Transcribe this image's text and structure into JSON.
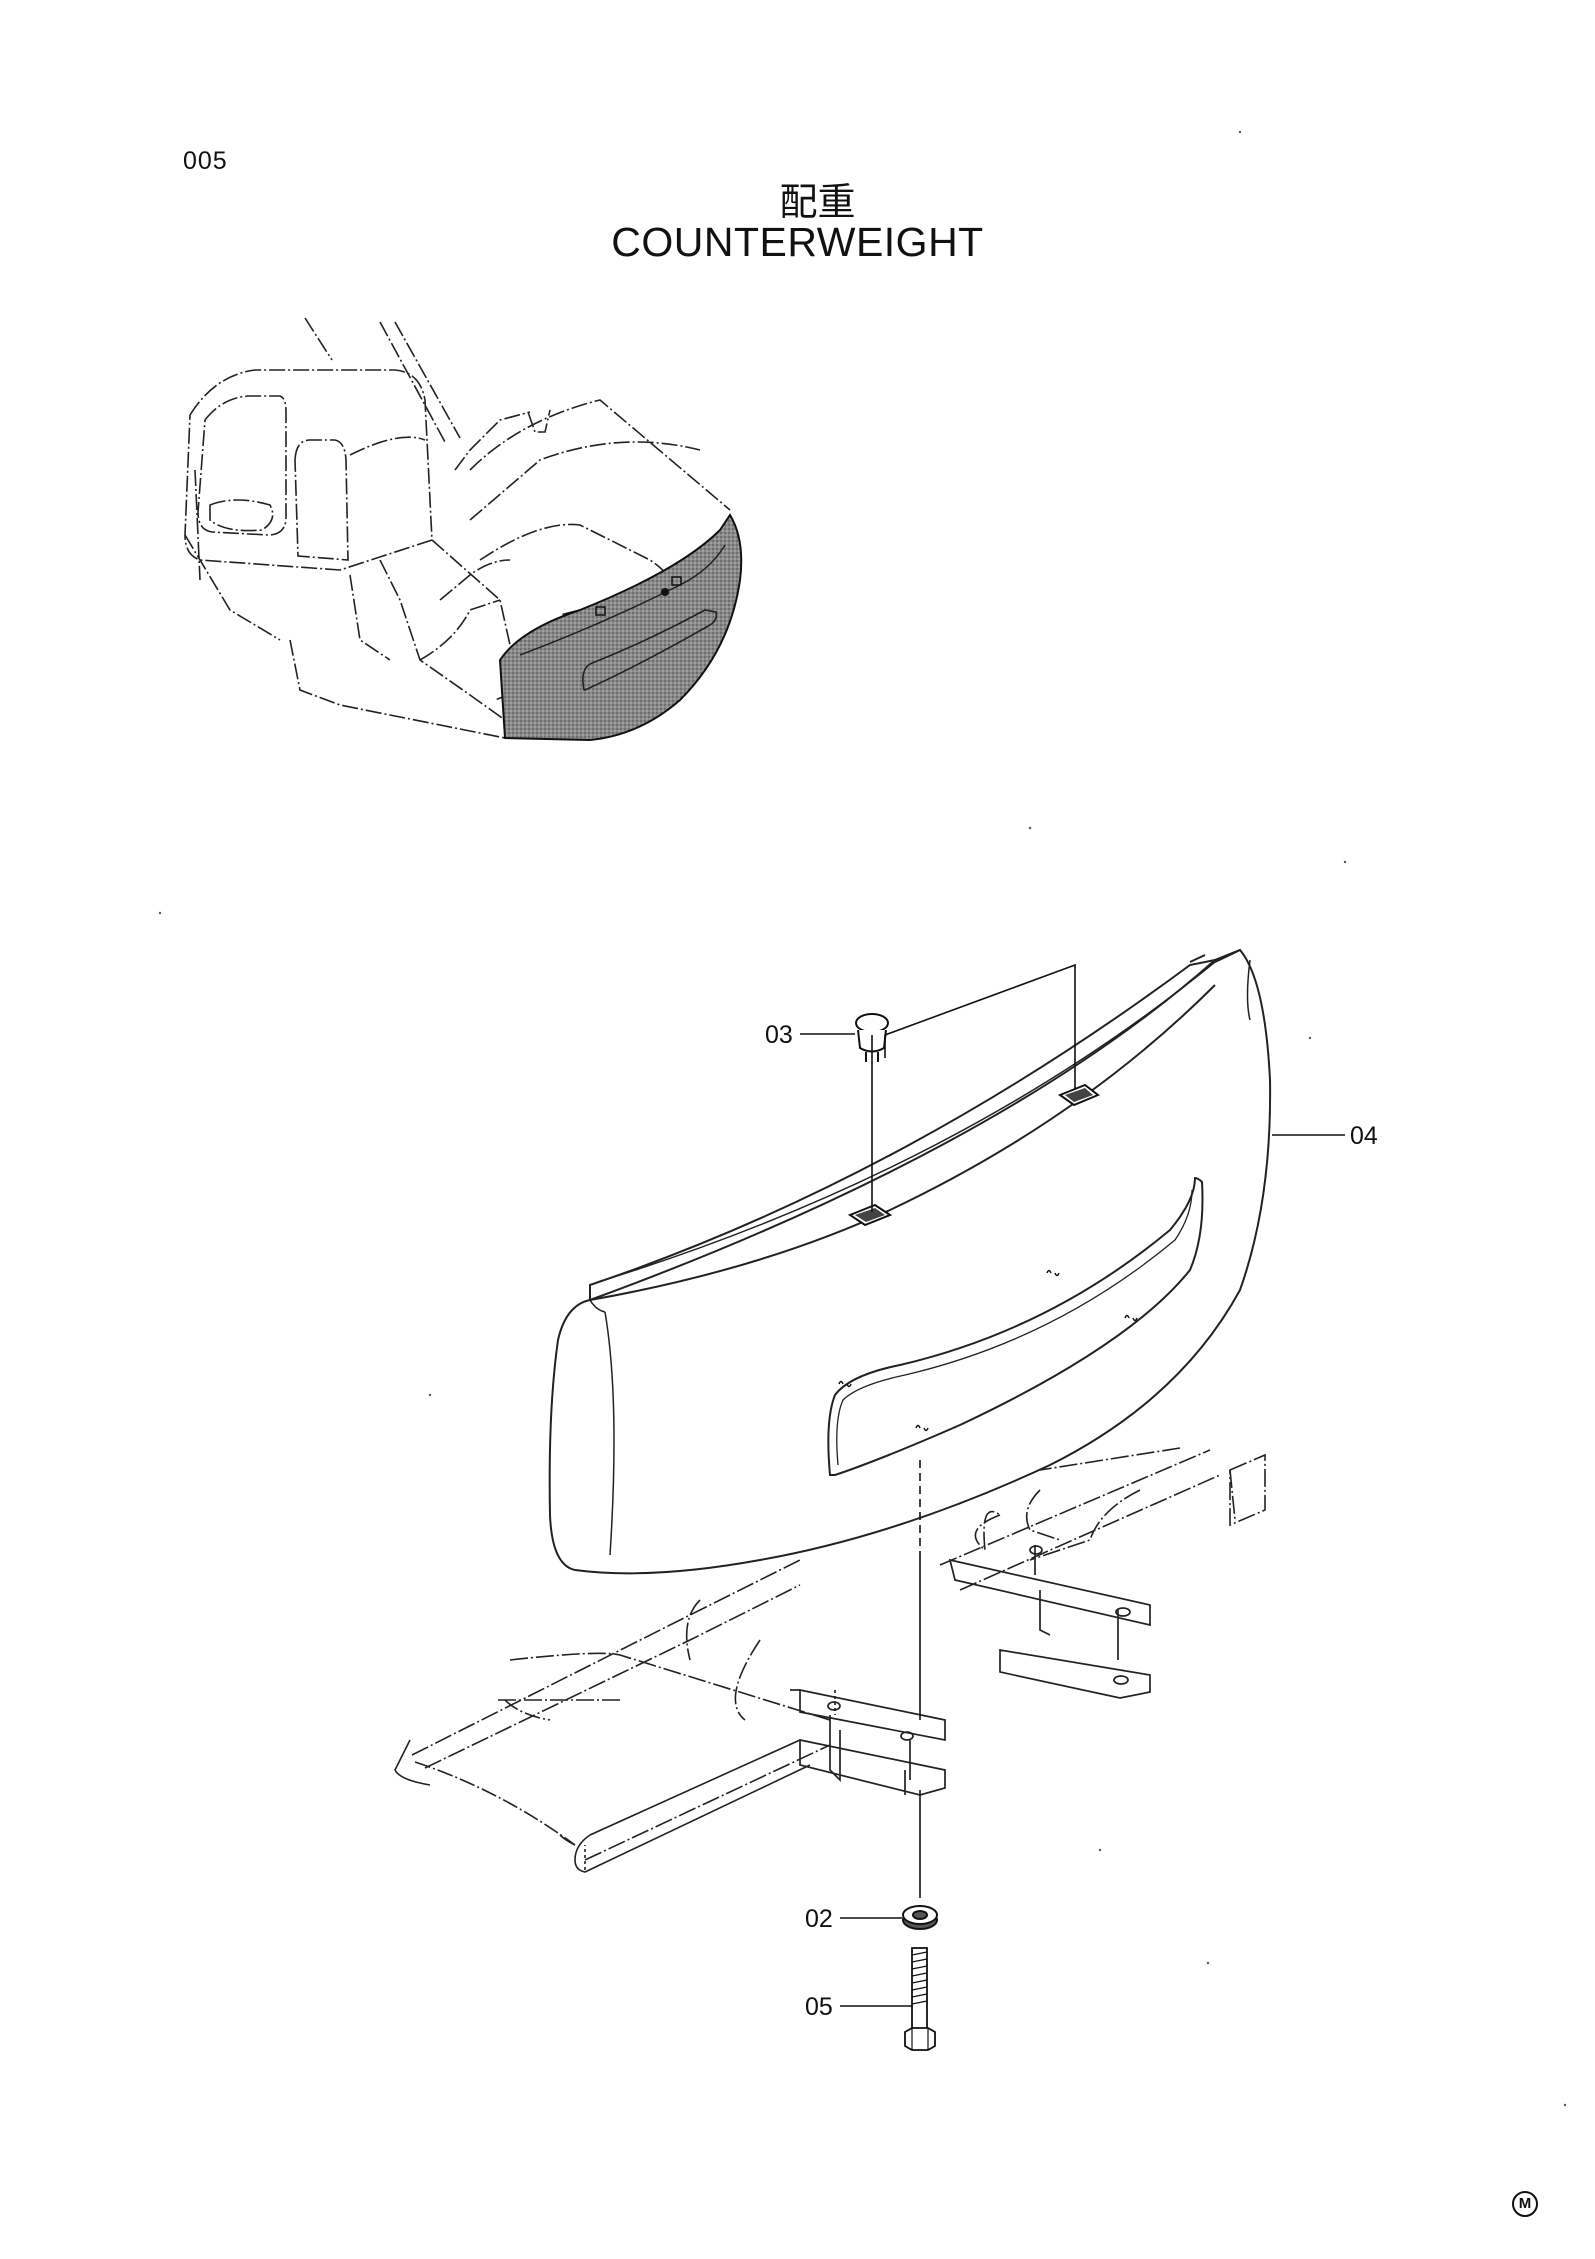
{
  "page": {
    "number": "005",
    "title_jp": "配重",
    "title_en": "COUNTERWEIGHT",
    "mark": "M"
  },
  "callouts": [
    {
      "id": "03",
      "part": "cap"
    },
    {
      "id": "04",
      "part": "counterweight"
    },
    {
      "id": "02",
      "part": "washer"
    },
    {
      "id": "05",
      "part": "bolt"
    }
  ]
}
